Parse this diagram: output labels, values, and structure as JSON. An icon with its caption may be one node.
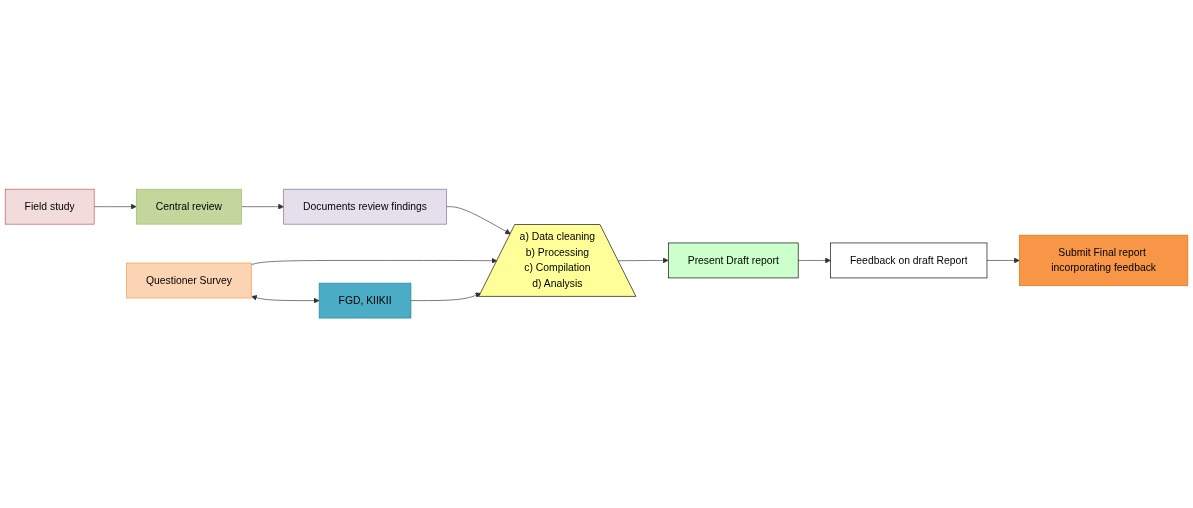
{
  "diagram": {
    "nodes": [
      {
        "text": [
          "Central review"
        ]
      },
      {
        "text": [
          "Documents review findings"
        ]
      },
      {
        "text": [
          "Submit Final report incorporating feedback"
        ]
      },
      {
        "text": [
          "Questioner Survey"
        ]
      },
      {
        "text": [
          "Feedback on draft Report"
        ]
      },
      {
        "text": [
          "Field study"
        ]
      },
      {
        "text": [
          "FGD, KIIKII"
        ]
      },
      {
        "text": [
          "a) Data cleaning",
          "b) Processing",
          "c) Compilation",
          "d) Analysis"
        ]
      },
      {
        "text": [
          "Present Draft report"
        ]
      }
    ],
    "edges": [
      {
        "from": 5,
        "to": 0,
        "arrow": "to"
      },
      {
        "from": 0,
        "to": 1,
        "arrow": "to"
      },
      {
        "from": 1,
        "to": 7,
        "arrow": "to"
      },
      {
        "from": 3,
        "to": 7,
        "arrow": "to"
      },
      {
        "from": 3,
        "to": 6,
        "arrow": "both"
      },
      {
        "from": 6,
        "to": 7,
        "arrow": "to"
      },
      {
        "from": 7,
        "to": 8,
        "arrow": "to"
      },
      {
        "from": 8,
        "to": 4,
        "arrow": "to"
      },
      {
        "from": 4,
        "to": 2,
        "arrow": "to"
      }
    ]
  }
}
